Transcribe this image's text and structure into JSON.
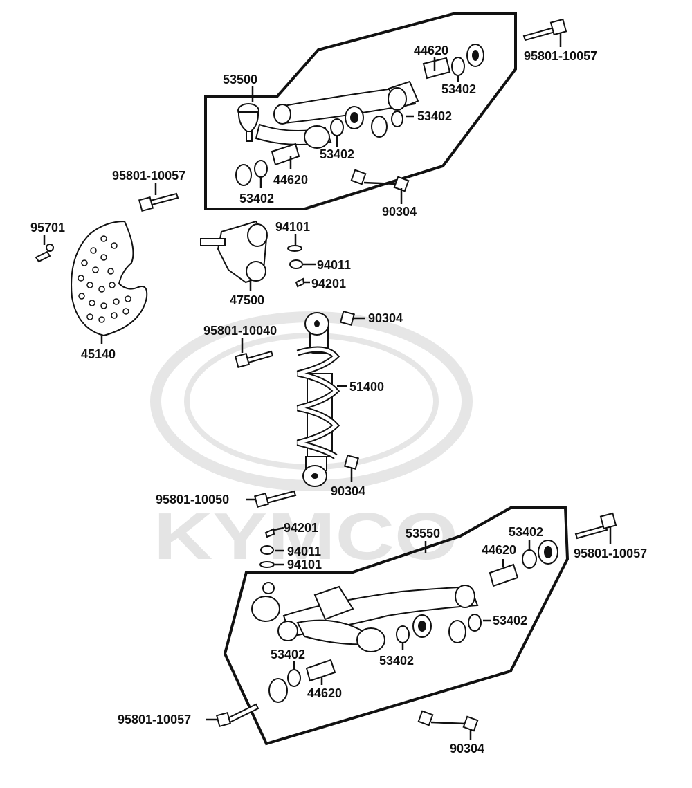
{
  "watermark": {
    "brand": "KYMCO"
  },
  "labels": {
    "p53500": "53500",
    "p44620_a": "44620",
    "p53402_a": "53402",
    "p95801_10057_a": "95801-10057",
    "p53402_b": "53402",
    "p53402_c": "53402",
    "p44620_b": "44620",
    "p53402_d": "53402",
    "p95801_10057_b": "95801-10057",
    "p90304_a": "90304",
    "p95701": "95701",
    "p94101_a": "94101",
    "p94011_a": "94011",
    "p94201_a": "94201",
    "p47500": "47500",
    "p45140": "45140",
    "p90304_b": "90304",
    "p95801_10040": "95801-10040",
    "p51400": "51400",
    "p90304_c": "90304",
    "p95801_10050": "95801-10050",
    "p94201_b": "94201",
    "p94011_b": "94011",
    "p94101_b": "94101",
    "p53550": "53550",
    "p53402_e": "53402",
    "p44620_c": "44620",
    "p95801_10057_c": "95801-10057",
    "p53402_f": "53402",
    "p53402_g": "53402",
    "p53402_h": "53402",
    "p44620_d": "44620",
    "p95801_10057_d": "95801-10057",
    "p90304_d": "90304"
  }
}
